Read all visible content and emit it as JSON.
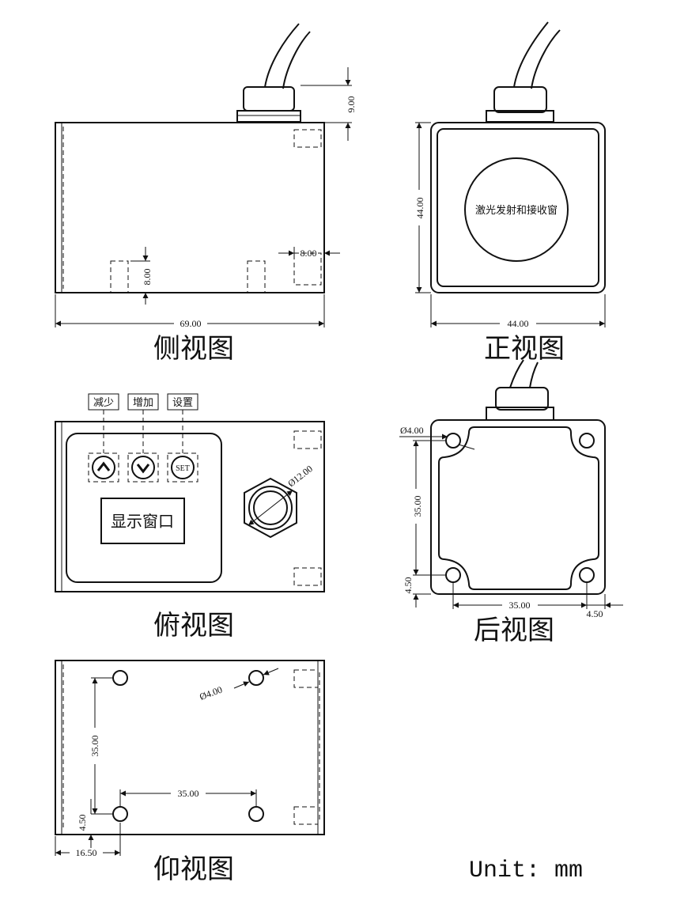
{
  "views": {
    "side": {
      "caption": "侧视图",
      "dim_cable": "9.00",
      "dim_hole_depth": "8.00",
      "dim_hole_offset": "8.00",
      "dim_width": "69.00"
    },
    "front": {
      "caption": "正视图",
      "window_label": "激光发射和接收窗",
      "dim_height": "44.00",
      "dim_width": "44.00"
    },
    "top": {
      "caption": "俯视图",
      "btn_decrease_label": "减少",
      "btn_increase_label": "增加",
      "btn_settings_label": "设置",
      "set_key_text": "SET",
      "display_label": "显示窗口",
      "dim_nut": "Ø12.00"
    },
    "back": {
      "caption": "后视图",
      "dim_hole_dia": "Ø4.00",
      "dim_vertical": "35.00",
      "dim_edge_v": "4.50",
      "dim_horizontal": "35.00",
      "dim_edge_h": "4.50"
    },
    "bottom": {
      "caption": "仰视图",
      "dim_hole_dia": "Ø4.00",
      "dim_vertical": "35.00",
      "dim_horizontal": "35.00",
      "dim_edge_v": "4.50",
      "dim_edge_h": "16.50"
    }
  },
  "unit_label": "Unit: mm"
}
